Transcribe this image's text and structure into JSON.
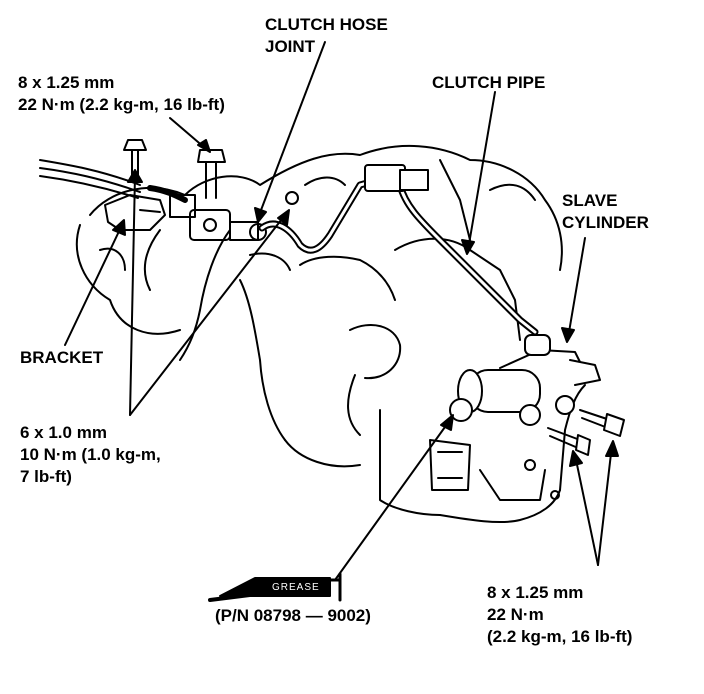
{
  "labels": {
    "clutch_hose_joint": [
      "CLUTCH HOSE",
      "JOINT"
    ],
    "top_bolt_spec": [
      "8 x 1.25 mm",
      "22 N·m (2.2 kg-m, 16 lb-ft)"
    ],
    "clutch_pipe": "CLUTCH PIPE",
    "slave_cylinder": [
      "SLAVE",
      "CYLINDER"
    ],
    "bracket": "BRACKET",
    "flare_nut_spec": [
      "6 x 1.0 mm",
      "10 N·m (1.0 kg-m,",
      "7 lb-ft)"
    ],
    "grease_tag": "GREASE",
    "grease_part_number": "(P/N 08798 — 9002)",
    "bottom_bolt_spec": [
      "8 x 1.25 mm",
      "22 N·m",
      "(2.2 kg-m, 16 lb-ft)"
    ]
  },
  "icons": [
    "grease-tube-icon"
  ],
  "colors": {
    "ink": "#000000",
    "paper": "#ffffff"
  }
}
